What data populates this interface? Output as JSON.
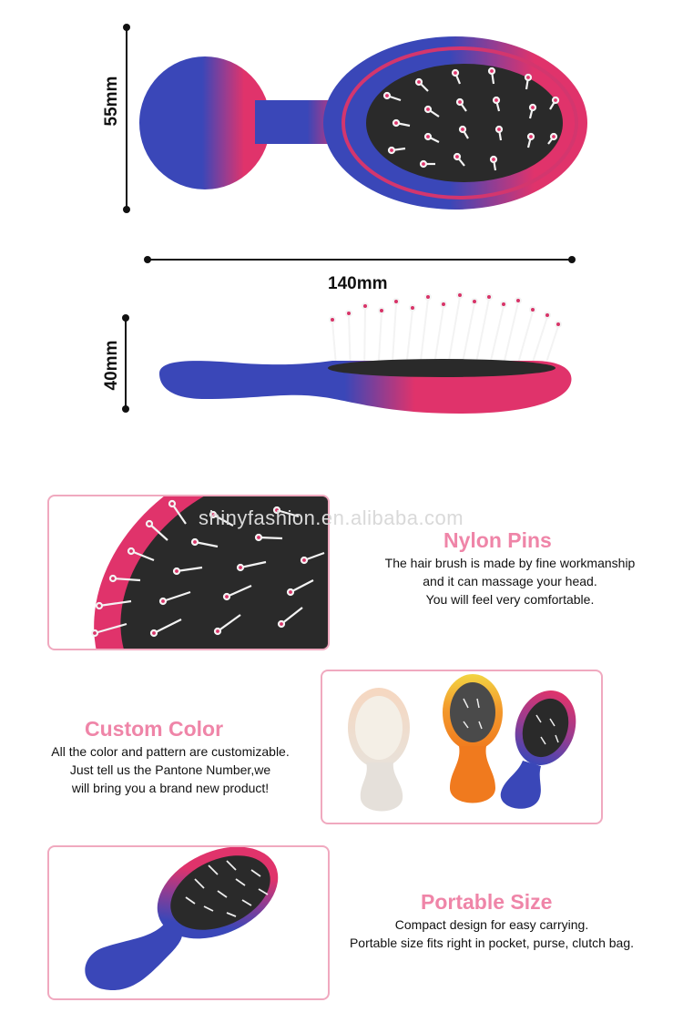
{
  "dimensions": {
    "height_top": "55mm",
    "length": "140mm",
    "height_side": "40mm"
  },
  "watermark": "shinyfashion.en.alibaba.com",
  "features": {
    "nylon_pins": {
      "title": "Nylon Pins",
      "lines": [
        "The hair brush is made by fine workmanship",
        "and it can massage your head.",
        "You will feel very comfortable."
      ]
    },
    "custom_color": {
      "title": "Custom Color",
      "lines": [
        "All the color and pattern are customizable.",
        "Just tell us the Pantone Number,we",
        "will bring you a brand new product!"
      ]
    },
    "portable_size": {
      "title": "Portable Size",
      "lines": [
        "Compact design for easy carrying.",
        "Portable size fits right in pocket, purse, clutch bag."
      ]
    }
  },
  "colors": {
    "accent": "#ef85a8",
    "panel_border": "#f0a9bf",
    "brush_blue": "#3a47b8",
    "brush_pink": "#e0336b",
    "pad_dark": "#2a2a2a"
  }
}
